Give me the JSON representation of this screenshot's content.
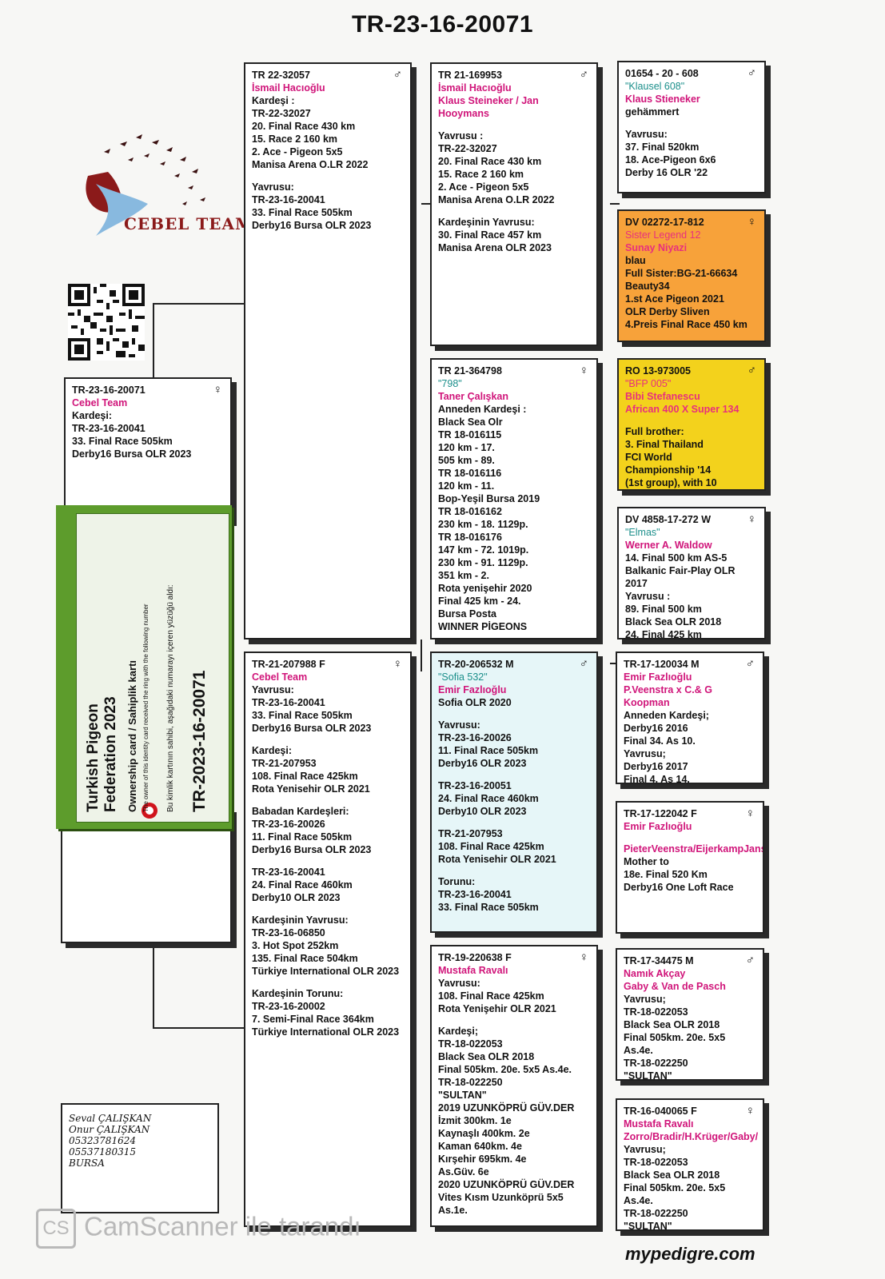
{
  "title": "TR-23-16-20071",
  "logo": {
    "text": "CEBEL TEAM"
  },
  "subject": {
    "sym": "♀",
    "ring": "TR-23-16-20071",
    "owner": "Cebel Team",
    "lines": [
      "Kardeşi:",
      "TR-23-16-20041",
      "33. Final Race 505km",
      "Derby16 Bursa OLR 2023"
    ]
  },
  "card": {
    "federation_l1": "Turkish Pigeon",
    "federation_l2": "Federation 2023",
    "kart": "Ownership card / Sahiplik kartı",
    "english": "The owner of this identity card received the ring with the following number",
    "turkish": "Bu kimlik kartının sahibi, aşağıdaki numarayı içeren yüzüğü aldı:",
    "number": "TR-2023-16-20071"
  },
  "sire": {
    "sym": "♂",
    "ring": "TR 22-32057",
    "owner": "İsmail Hacıoğlu",
    "lines": [
      "",
      "Kardeşi :",
      "TR-22-32027",
      "20. Final Race 430 km",
      "15. Race 2 160 km",
      "2. Ace - Pigeon 5x5",
      "Manisa Arena O.LR 2022",
      "",
      "Yavrusu:",
      "TR-23-16-20041",
      "33. Final Race 505km",
      "Derby16 Bursa OLR 2023"
    ]
  },
  "dam": {
    "sym": "♀",
    "ring": "TR-21-207988 F",
    "owner": "Cebel Team",
    "lines": [
      "Yavrusu:",
      "TR-23-16-20041",
      "33. Final Race 505km",
      "Derby16 Bursa OLR 2023",
      "",
      "Kardeşi:",
      "TR-21-207953",
      "108. Final Race 425km",
      "Rota Yenisehir OLR 2021",
      "",
      "Babadan Kardeşleri:",
      "TR-23-16-20026",
      "11. Final Race 505km",
      "Derby16 Bursa OLR 2023",
      "",
      "TR-23-16-20041",
      "24. Final Race 460km",
      "Derby10 OLR 2023",
      "",
      "Kardeşinin Yavrusu:",
      "TR-23-16-06850",
      "3. Hot Spot 252km",
      "135. Final Race 504km",
      "Türkiye International OLR 2023",
      "",
      "Kardeşinin Torunu:",
      "TR-23-16-20002",
      "7. Semi-Final Race 364km",
      "Türkiye International OLR 2023"
    ]
  },
  "ss": {
    "sym": "♂",
    "ring": "TR 21-169953",
    "owner": "İsmail Hacıoğlu",
    "owner2": "Klaus Steineker / Jan Hooymans",
    "lines": [
      "",
      "Yavrusu :",
      "TR-22-32027",
      "20. Final Race 430 km",
      "15. Race 2 160 km",
      "2. Ace - Pigeon 5x5",
      "Manisa Arena O.LR 2022",
      "",
      "Kardeşinin Yavrusu:",
      "30. Final Race 457 km",
      "Manisa Arena  OLR 2023"
    ]
  },
  "sd": {
    "sym": "♀",
    "ring": "TR 21-364798",
    "nick": "\"798\"",
    "owner": "Taner Çalışkan",
    "lines": [
      "Anneden Kardeşi :",
      "Black Sea Olr",
      "TR 18-016115",
      "120 km - 17.",
      "505 km - 89.",
      "TR 18-016116",
      "120 km - 11.",
      "Bop-Yeşil Bursa 2019",
      "TR 18-016162",
      "230 km - 18. 1129p.",
      "TR 18-016176",
      "147 km - 72. 1019p.",
      "230 km - 91. 1129p.",
      "351 km - 2.",
      "Rota yenişehir 2020",
      "Final 425 km - 24.",
      "Bursa Posta",
      "WINNER PİGEONS"
    ]
  },
  "ds": {
    "sym": "♂",
    "ring": "TR-20-206532 M",
    "nick": "\"Sofia 532\"",
    "owner": "Emir Fazlıoğlu",
    "lines": [
      "Sofia OLR 2020",
      "",
      "Yavrusu:",
      "TR-23-16-20026",
      "11. Final Race 505km",
      "Derby16 OLR 2023",
      "",
      "TR-23-16-20051",
      "24. Final Race 460km",
      "Derby10 OLR 2023",
      "",
      "TR-21-207953",
      "108. Final Race 425km",
      "Rota Yenisehir OLR 2021",
      "",
      "Torunu:",
      "TR-23-16-20041",
      "33. Final Race 505km"
    ]
  },
  "dd": {
    "sym": "♀",
    "ring": "TR-19-220638 F",
    "owner": "Mustafa Ravalı",
    "lines": [
      "Yavrusu:",
      "108. Final Race 425km",
      "Rota Yenişehir OLR 2021",
      "",
      "Kardeşi;",
      "TR-18-022053",
      "Black Sea OLR 2018",
      "Final 505km. 20e. 5x5 As.4e.",
      "TR-18-022250",
      "\"SULTAN\"",
      "2019 UZUNKÖPRÜ GÜV.DER",
      "İzmit 300km. 1e",
      "Kaynaşlı 400km. 2e",
      "Kaman 640km. 4e",
      "Kırşehir 695km. 4e",
      "As.Güv. 6e",
      "2020 UZUNKÖPRÜ GÜV.DER",
      "Vites Kısm Uzunköprü 5x5 As.1e."
    ]
  },
  "sss": {
    "sym": "♂",
    "ring": "01654 - 20 - 608",
    "nick": "\"Klausel 608\"",
    "owner": "Klaus Stieneker",
    "lines": [
      "gehämmert",
      "",
      "Yavrusu:",
      "37. Final 520km",
      "18. Ace-Pigeon 6x6",
      "Derby 16 OLR '22"
    ]
  },
  "ssd": {
    "sym": "♀",
    "ring": "DV 02272-17-812",
    "nick": "Sister Legend 12",
    "owner": "Sunay Niyazi",
    "lines": [
      "blau",
      "Full Sister:BG-21-66634",
      "Beauty34",
      "1.st Ace Pigeon 2021",
      "OLR Derby Sliven",
      "4.Preis Final Race 450 km"
    ]
  },
  "sds": {
    "sym": "♂",
    "ring": "RO 13-973005",
    "nick": "\"BFP 005\"",
    "owner": "Bibi Stefanescu",
    "owner2": "African 400 X Super 134",
    "lines": [
      "",
      "Full brother:",
      "3. Final Thailand",
      "FCI World",
      "Championship '14",
      "(1st group), with 10"
    ]
  },
  "sdd": {
    "sym": "♀",
    "ring": "DV 4858-17-272 W",
    "nick": "\"Elmas\"",
    "owner": "Werner A. Waldow",
    "lines": [
      "14. Final 500 km  AS-5",
      "Balkanic Fair-Play OLR 2017",
      "Yavrusu :",
      "89. Final 500 km",
      "Black Sea OLR 2018",
      "24. Final 425 km"
    ]
  },
  "dss": {
    "sym": "♂",
    "ring": "TR-17-120034 M",
    "owner": "Emir Fazlıoğlu",
    "owner2": "P.Veenstra x C.& G Koopman",
    "lines": [
      "Anneden Kardeşi;",
      "Derby16 2016",
      "Final 34. As 10.",
      "Yavrusu;",
      "Derby16 2017",
      "Final 4. As 14."
    ]
  },
  "dsd": {
    "sym": "♀",
    "ring": "TR-17-122042 F",
    "owner": "Emir Fazlıoğlu",
    "owner2": "PieterVeenstra/EijerkampJanssen",
    "lines": [
      "Mother to",
      "18e. Final 520 Km",
      "Derby16 One Loft Race"
    ]
  },
  "dds": {
    "sym": "♂",
    "ring": "TR-17-34475 M",
    "owner": "Namık Akçay",
    "owner2": "Gaby & Van de Pasch",
    "lines": [
      "Yavrusu;",
      "TR-18-022053",
      "Black Sea OLR 2018",
      "Final 505km. 20e. 5x5 As.4e.",
      "TR-18-022250",
      "\"SULTAN\""
    ]
  },
  "ddd": {
    "sym": "♀",
    "ring": "TR-16-040065 F",
    "owner": "Mustafa Ravalı",
    "owner2": "Zorro/Bradir/H.Krüger/Gaby/",
    "lines": [
      "Yavrusu;",
      "TR-18-022053",
      "Black Sea OLR 2018",
      "Final 505km. 20e. 5x5 As.4e.",
      "TR-18-022250",
      "\"SULTAN\""
    ]
  },
  "contact": [
    "Seval ÇALIŞKAN",
    "Onur ÇALIŞKAN",
    "05323781624",
    "05537180315",
    "BURSA"
  ],
  "footer": "mypedigre.com",
  "scanner": {
    "badge": "CS",
    "text": "CamScanner  ile tarandı"
  }
}
